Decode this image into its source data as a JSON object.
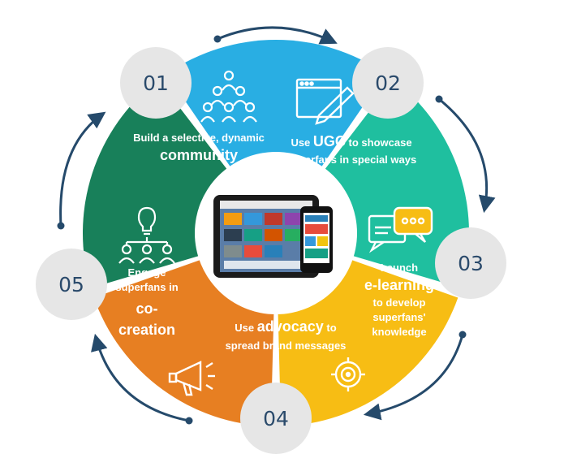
{
  "colors": {
    "s1": "#29aee3",
    "s2": "#1fbf9f",
    "s3": "#f7bd14",
    "s4": "#e77f22",
    "s5": "#18805a",
    "badge": "#e6e6e6",
    "arrow": "#254a6b",
    "number": "#2a4a6b"
  },
  "steps": [
    {
      "number": "01",
      "icon": "team-pyramid-icon",
      "line1": "Build a selective, dynamic",
      "line2": "community"
    },
    {
      "number": "02",
      "icon": "ugc-edit-window-icon",
      "line1_pre": "Use ",
      "line1_em": "UGC",
      "line1_post": " to showcase",
      "line2": "superfans in special ways"
    },
    {
      "number": "03",
      "icon": "chat-bubbles-icon",
      "line1": "Launch",
      "line2": "e-learning",
      "line3": "to develop",
      "line4": "superfans'",
      "line5": "knowledge"
    },
    {
      "number": "04",
      "icon": "megaphone-icon",
      "icon2": "target-icon",
      "line1_pre": "Use ",
      "line1_em": "advocacy",
      "line1_post": " to",
      "line2": "spread brand messages"
    },
    {
      "number": "05",
      "icon": "lightbulb-team-icon",
      "line1": "Engage",
      "line2": "superfans in",
      "line3": "co-",
      "line4": "creation"
    }
  ],
  "center": {
    "icon": "tablet-phone-icon"
  }
}
